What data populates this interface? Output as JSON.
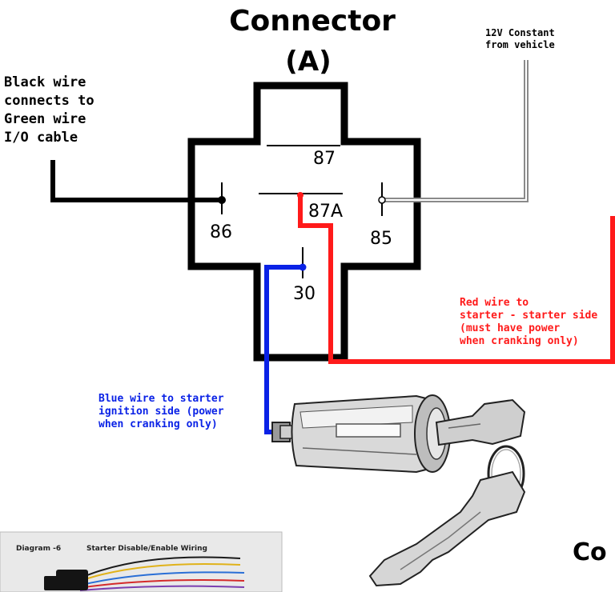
{
  "title": {
    "line1": "Connector",
    "line2": "(A)"
  },
  "power_note": {
    "line1": "12V Constant",
    "line2": "from vehicle"
  },
  "black_wire_note": [
    "Black wire",
    "connects to",
    "Green wire",
    "I/O cable"
  ],
  "red_wire_note": [
    "Red wire to",
    "starter - starter side",
    "(must have power",
    "when cranking only)"
  ],
  "blue_wire_note": [
    "Blue wire to starter",
    "ignition side (power",
    "when cranking only)"
  ],
  "pins": {
    "p87": "87",
    "p87a": "87A",
    "p86": "86",
    "p85": "85",
    "p30": "30"
  },
  "inset": {
    "diagram_label": "Diagram -6",
    "caption": "Starter Disable/Enable Wiring"
  },
  "partial_label": "Co",
  "colors": {
    "red_wire": "#ff1a1a",
    "blue_wire": "#0a22e6",
    "black_wire": "#000000",
    "gray_wire": "#8a8a8a"
  }
}
